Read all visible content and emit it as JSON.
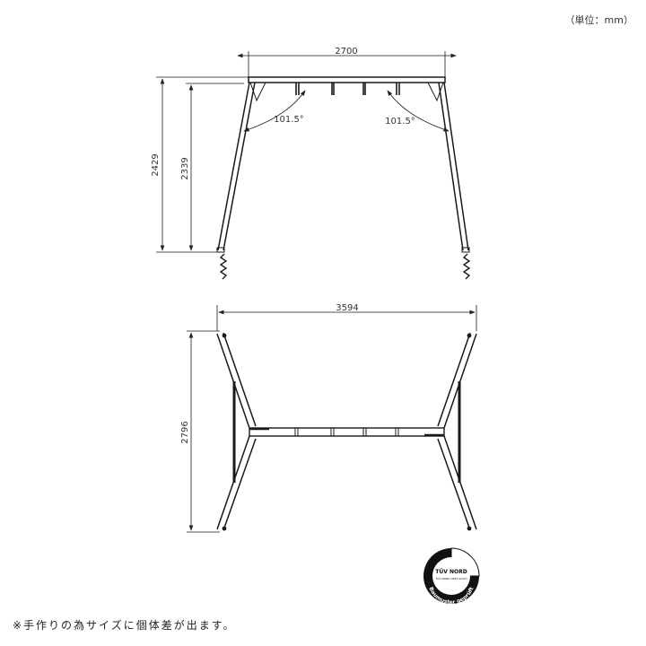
{
  "unit_label": "（単位：mm）",
  "front_view": {
    "width_label": "2700",
    "outer_height_label": "2429",
    "inner_height_label": "2339",
    "left_angle_label": "101.5°",
    "right_angle_label": "101.5°"
  },
  "top_view": {
    "width_label": "3594",
    "depth_label": "2796"
  },
  "certification": {
    "top_text": "TÜV NORD",
    "sub_text": "TÜV NORD CERT GmbH",
    "ring_text": "Baumuster geprüft"
  },
  "footnote": "※手作りの為サイズに個体差が出ます。",
  "colors": {
    "line": "#1a1a1a",
    "dim": "#333333"
  }
}
